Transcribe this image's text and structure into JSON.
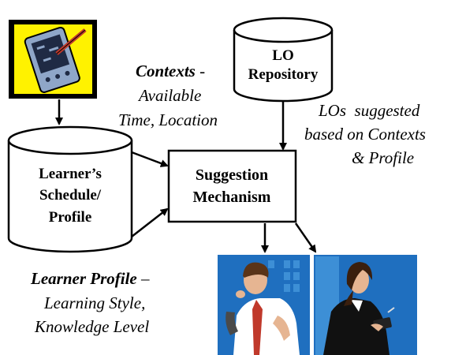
{
  "nodes": {
    "lo_repository": {
      "line1": "LO",
      "line2": "Repository"
    },
    "learner_store": {
      "line1": "Learner’s",
      "line2": "Schedule/",
      "line3": "Profile"
    },
    "suggestion": {
      "line1": "Suggestion",
      "line2": "Mechanism"
    }
  },
  "labels": {
    "contexts": {
      "title": "Contexts",
      "dash": " -",
      "line2": "Available",
      "line3": "Time, Location"
    },
    "los_suggested": {
      "line1": "LOs  suggested",
      "line2": "based on Contexts",
      "line3": "& Profile"
    },
    "learner_profile": {
      "title": "Learner Profile",
      "dash": " –",
      "line2": "Learning Style,",
      "line3": "Knowledge Level"
    }
  },
  "icons": {
    "device": "pda-icon",
    "users": [
      "businessman-phone-icon",
      "businesswoman-pda-icon"
    ]
  },
  "colors": {
    "device_bg": "#fff200",
    "device_border": "#000000",
    "device_body": "#8fa6c8",
    "device_screen": "#1f2a44",
    "stylus": "#c0392b",
    "people_bg": "#1f6fbf",
    "people_bg_light": "#3d8fd6",
    "arrow": "#000000"
  }
}
